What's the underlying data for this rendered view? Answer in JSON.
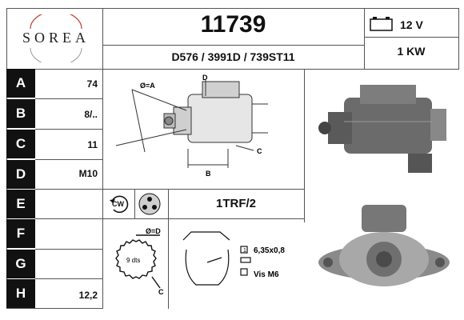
{
  "brand": {
    "name": "SOREA"
  },
  "header": {
    "part_number": "11739",
    "cross_refs": "D576 / 3991D / 739ST11",
    "voltage": "12 V",
    "power": "1 KW"
  },
  "specs": [
    {
      "label": "A",
      "value": "74"
    },
    {
      "label": "B",
      "value": "8/.."
    },
    {
      "label": "C",
      "value": "11"
    },
    {
      "label": "D",
      "value": "M10"
    },
    {
      "label": "E",
      "value": ""
    },
    {
      "label": "F",
      "value": ""
    },
    {
      "label": "G",
      "value": ""
    },
    {
      "label": "H",
      "value": "12,2"
    }
  ],
  "diagram_labels": {
    "dim_a": "Ø=A",
    "dim_d": "D",
    "dim_c": "C",
    "dim_b": "B",
    "gear_d": "Ø=D",
    "gear_teeth": "9 dts",
    "gear_c": "C",
    "terminal_1": "1",
    "terminal_size": "6,35x0,8",
    "screw": "Vis M6"
  },
  "rotation": {
    "label": "CW"
  },
  "connector_code": "1TRF/2",
  "colors": {
    "label_bg": "#111111",
    "border": "#555555",
    "logo_red": "#c0392b"
  }
}
